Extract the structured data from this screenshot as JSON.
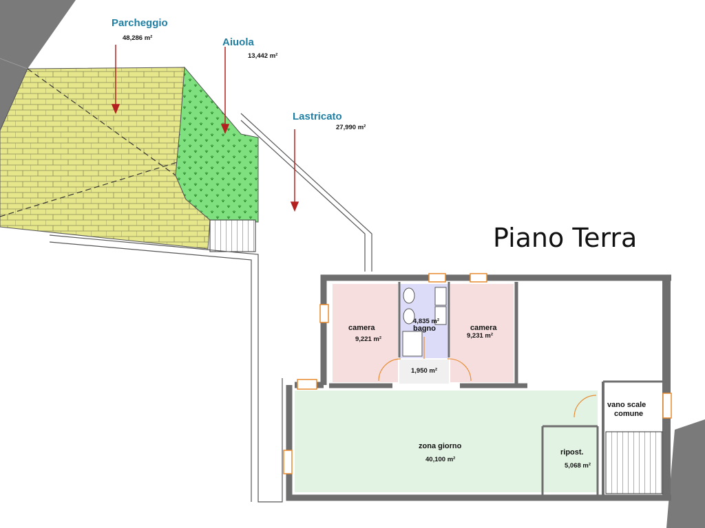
{
  "title": "Piano Terra",
  "colors": {
    "parking": "#e6e68a",
    "garden": "#7fe07f",
    "bedroom": "#f6dede",
    "bathroom": "#dcdcf8",
    "living": "#e3f3e3",
    "wall": "#6e6e6e",
    "arrow": "#b42020",
    "area_label": "#1f7fa3",
    "door": "#e88a2e"
  },
  "outdoor_areas": [
    {
      "name": "Parcheggio",
      "area": "48,286 m²"
    },
    {
      "name": "Aiuola",
      "area": "13,442 m²"
    },
    {
      "name": "Lastricato",
      "area": "27,990 m²"
    }
  ],
  "rooms": [
    {
      "name": "camera",
      "area": "9,221 m²"
    },
    {
      "name": "bagno",
      "area": "4,835 m²"
    },
    {
      "name": "camera",
      "area": "9,231 m²"
    },
    {
      "name": "",
      "area": "1,950 m²"
    },
    {
      "name": "zona giorno",
      "area": "40,100 m²"
    },
    {
      "name": "ripost.",
      "area": "5,068 m²"
    }
  ],
  "stair_label": [
    "vano scale",
    "comune"
  ]
}
